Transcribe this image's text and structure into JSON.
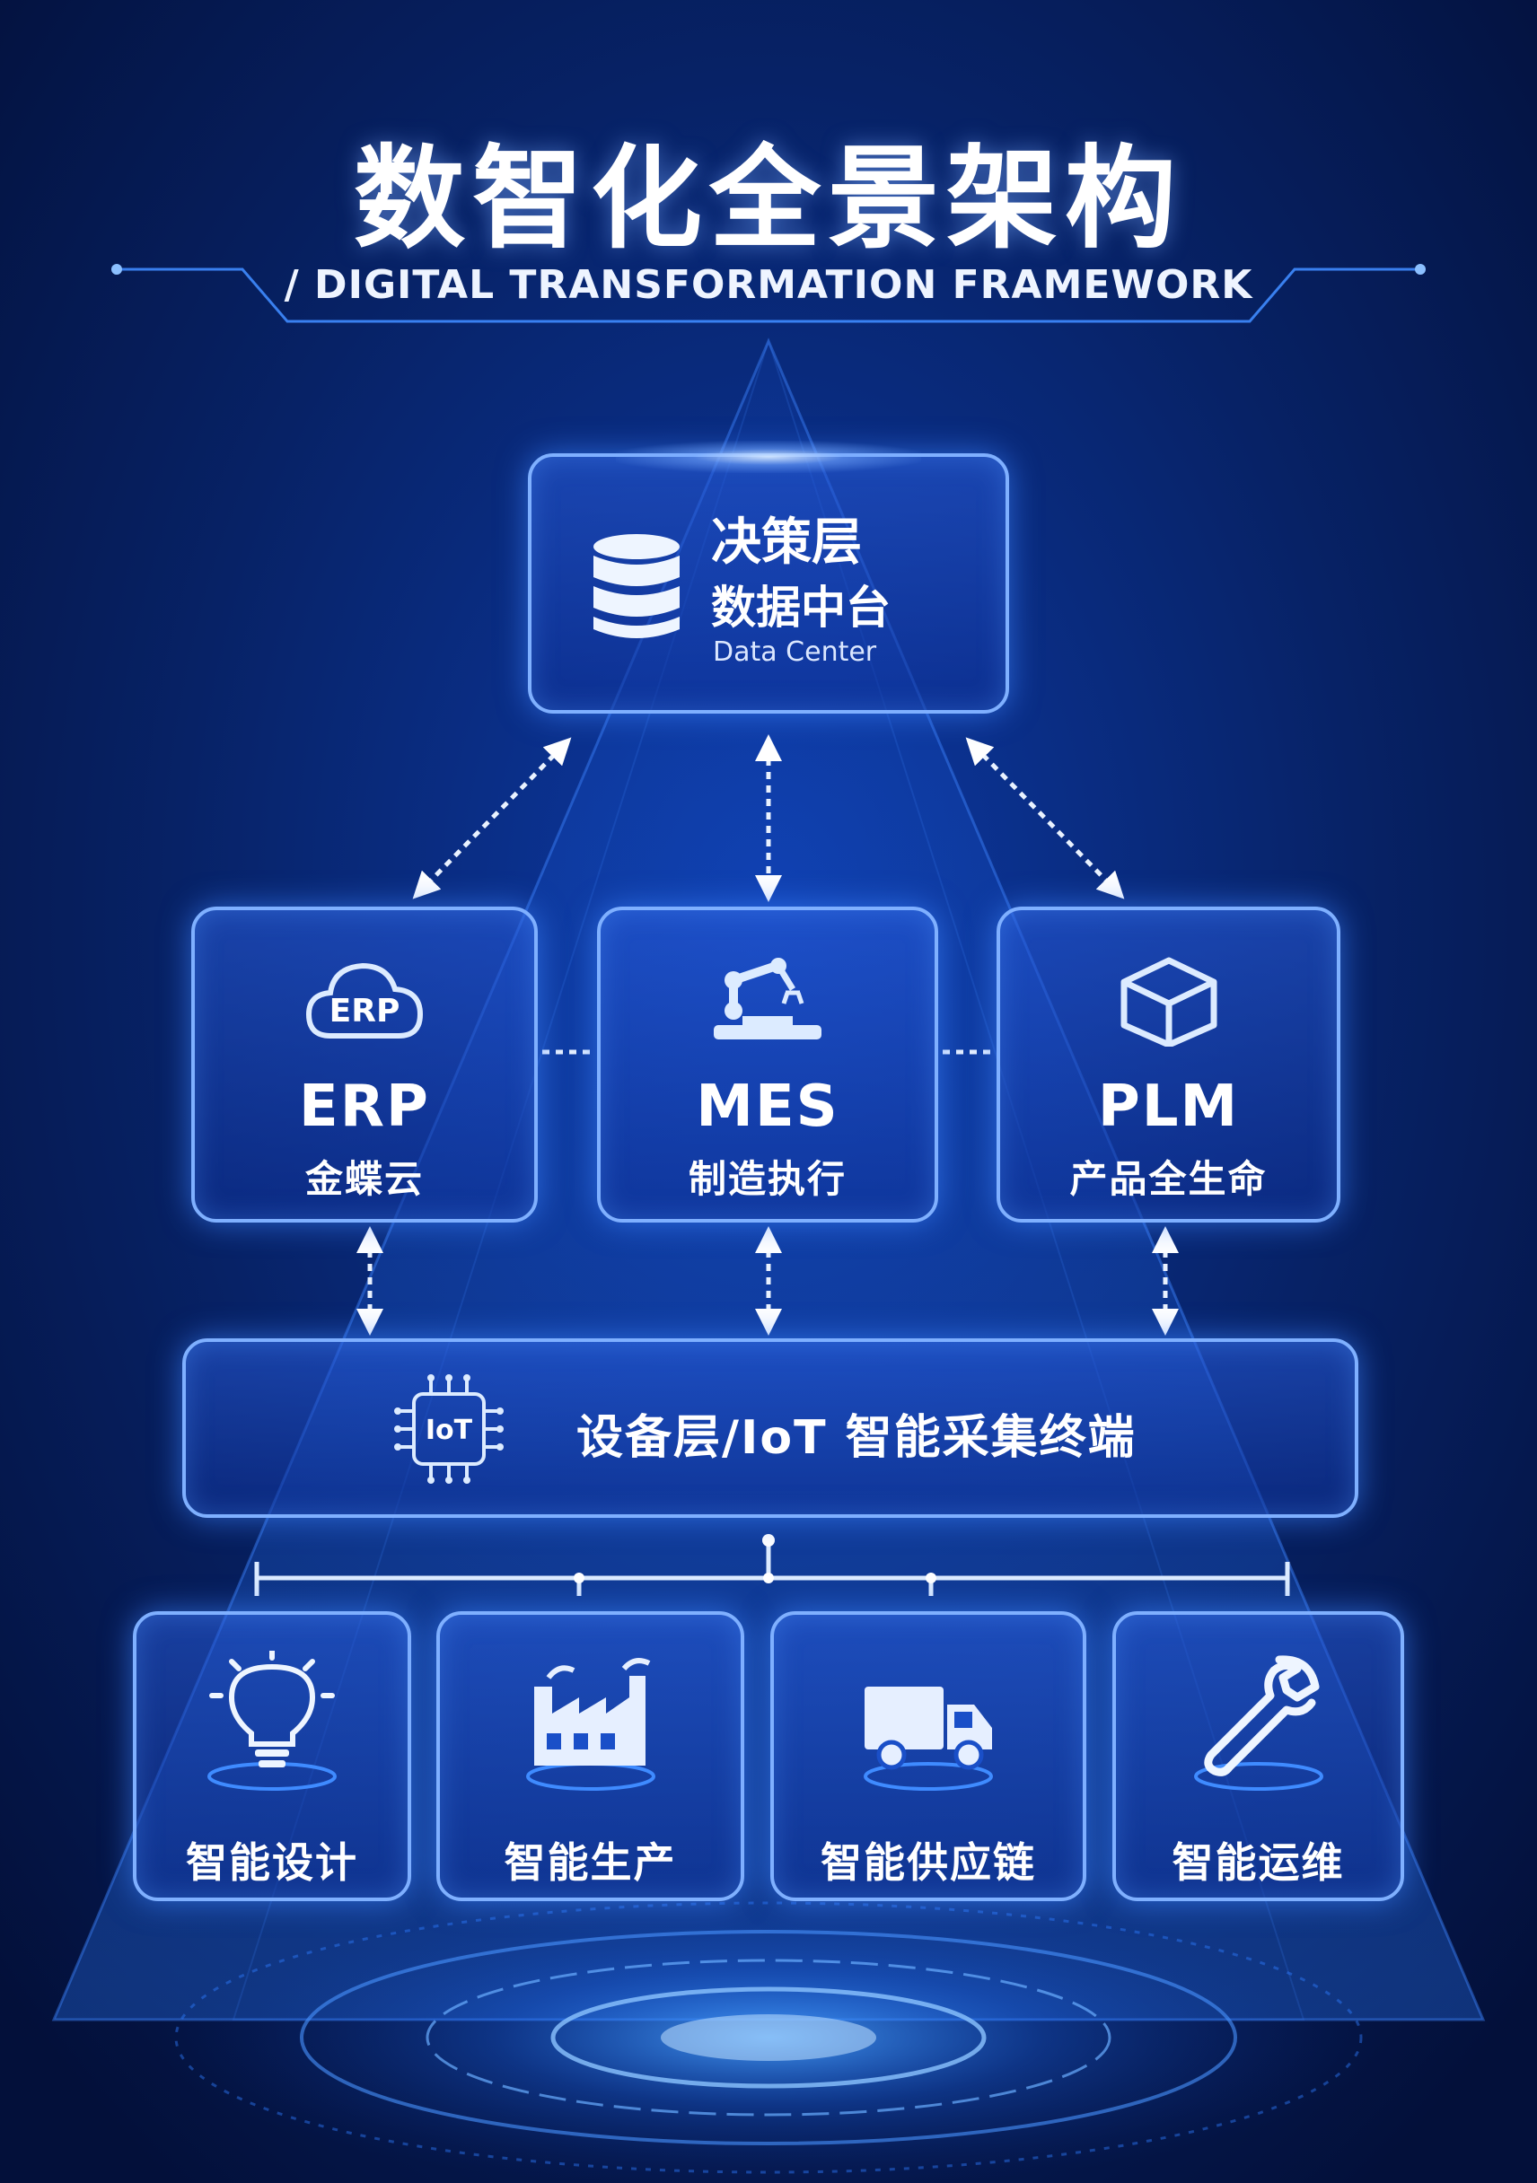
{
  "header": {
    "title": "数智化全景架构",
    "subtitle": "/ DIGITAL TRANSFORMATION FRAMEWORK"
  },
  "decision_layer": {
    "line1": "决策层",
    "line2": "数据中台",
    "line3": "Data Center",
    "icon": "database-icon"
  },
  "systems": [
    {
      "icon_text": "ERP",
      "code": "ERP",
      "cn": "金蝶云",
      "icon": "cloud-icon"
    },
    {
      "code": "MES",
      "cn": "制造执行",
      "icon": "robot-arm-icon"
    },
    {
      "code": "PLM",
      "cn": "产品全生命",
      "icon": "cube-icon"
    }
  ],
  "device_layer": {
    "icon_text": "IoT",
    "label": "设备层/IoT 智能采集终端",
    "icon": "chip-icon"
  },
  "applications": [
    {
      "label": "智能设计",
      "icon": "lightbulb-icon"
    },
    {
      "label": "智能生产",
      "icon": "factory-icon"
    },
    {
      "label": "智能供应链",
      "icon": "truck-icon"
    },
    {
      "label": "智能运维",
      "icon": "wrench-icon"
    }
  ],
  "colors": {
    "background": "#041441",
    "box_border": "#7fb0ff",
    "accent": "#9cc4ff",
    "text": "#ffffff"
  }
}
